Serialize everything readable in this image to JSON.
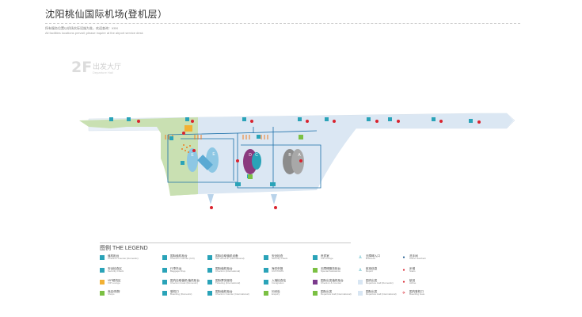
{
  "header": {
    "title": "沈阳桃仙国际机场(登机层）",
    "note_cn": "所有服务位置以机场实际设施为准，欢迎查询：XXX",
    "note_en": "All facilities locations prevail; please inquire at the airport service desk"
  },
  "floor": {
    "label": "2F",
    "name_cn": "出发大厅",
    "name_en": "Departure Hall"
  },
  "map": {
    "zone_colors": {
      "domestic": "#c9e0b2",
      "international": "#dbe7f3",
      "gate": "#e9f0f8"
    },
    "counter_labels": [
      "E",
      "E",
      "D",
      "C",
      "B",
      "A"
    ],
    "icons": [
      "elevator-icon",
      "escalator-icon",
      "stairs-icon",
      "restroom-icon",
      "flight-icon",
      "information-icon",
      "gate-marker-icon"
    ]
  },
  "legend": {
    "title": "图例  THE LEGEND",
    "items": [
      {
        "cn": "值机柜台",
        "en": "Check-in Counter (Domestic)",
        "color": "#2aa3b8",
        "icon": "square"
      },
      {
        "cn": "安全检查区",
        "en": "Security Check",
        "color": "#2aa3b8",
        "icon": "square"
      },
      {
        "cn": "VIP候机区",
        "en": "VIP Lounge",
        "color": "#f2b134",
        "icon": "square"
      },
      {
        "cn": "商店/购物",
        "en": "Shops",
        "color": "#7bc043",
        "icon": "square"
      },
      {
        "cn": "国际值机柜台",
        "en": "Check-in Counter (Int'l)",
        "color": "#2aa3b8",
        "icon": "square"
      },
      {
        "cn": "行李托运",
        "en": "Baggage Drop",
        "color": "#2aa3b8",
        "icon": "square"
      },
      {
        "cn": "国内自助值机/值机柜台",
        "en": "Check-in kiosk (Domestic)",
        "color": "#2aa3b8",
        "icon": "square"
      },
      {
        "cn": "登机口",
        "en": "Boarding (Domestic)",
        "color": "#2aa3b8",
        "icon": "square"
      },
      {
        "cn": "国际自助值机设备",
        "en": "Self check-in (International)",
        "color": "#2aa3b8",
        "icon": "square"
      },
      {
        "cn": "国际值机柜台",
        "en": "Check-in (International)",
        "color": "#2aa3b8",
        "icon": "square"
      },
      {
        "cn": "国际票务服务",
        "en": "Ticketing (International)",
        "color": "#2aa3b8",
        "icon": "square"
      },
      {
        "cn": "国际值机柜台",
        "en": "Check-in Counter (International)",
        "color": "#2aa3b8",
        "icon": "square"
      },
      {
        "cn": "安全检查",
        "en": "Security Check",
        "color": "#2aa3b8",
        "icon": "square"
      },
      {
        "cn": "海关申报",
        "en": "CUSTOMS",
        "color": "#2aa3b8",
        "icon": "square"
      },
      {
        "cn": "入境检查站",
        "en": "Immigration",
        "color": "#2aa3b8",
        "icon": "square"
      },
      {
        "cn": "问讯处",
        "en": "Enquiry",
        "color": "#7bc043",
        "icon": "square"
      },
      {
        "cn": "贵宾室",
        "en": "VIP Lounge",
        "color": "#2aa3b8",
        "icon": "square"
      },
      {
        "cn": "无障碍服务柜台",
        "en": "Special Assistance",
        "color": "#7bc043",
        "icon": "square"
      },
      {
        "cn": "国际出发值机柜台",
        "en": "Check-in & Counter",
        "color": "#7b3a8c",
        "icon": "square"
      },
      {
        "cn": "国际出发",
        "en": "Departure Hall (International)",
        "color": "#7bc043",
        "icon": "square"
      },
      {
        "cn": "无障碍入口",
        "en": "Entrance",
        "color": "#2aa3b8",
        "icon": "person"
      },
      {
        "cn": "航班信息",
        "en": "Report",
        "color": "#2aa3b8",
        "icon": "person"
      },
      {
        "cn": "国内出发",
        "en": "Departure Hall (Domestic)",
        "color": "#d8e6f3",
        "icon": "square"
      },
      {
        "cn": "国际出发",
        "en": "Departure Hall (International)",
        "color": "#d8e6f3",
        "icon": "square"
      },
      {
        "cn": "洗手间",
        "en": "Clinic/ Southern",
        "color": "#1c5a8f",
        "icon": "circle"
      },
      {
        "cn": "步梯",
        "en": "Stairs",
        "color": "#d9232e",
        "icon": "circle"
      },
      {
        "cn": "航班",
        "en": "Airline",
        "color": "#d9232e",
        "icon": "circle"
      },
      {
        "cn": "国内登机口",
        "en": "Boarding Gate",
        "color": "#d9232e",
        "icon": "plane"
      }
    ]
  }
}
